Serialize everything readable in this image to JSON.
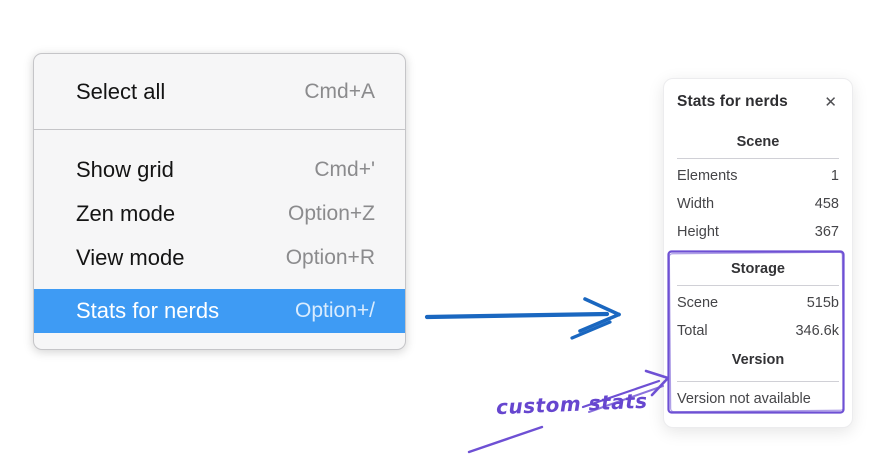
{
  "menu": {
    "items": [
      {
        "label": "Select all",
        "shortcut": "Cmd+A",
        "selected": false
      },
      {
        "label": "Show grid",
        "shortcut": "Cmd+'",
        "selected": false
      },
      {
        "label": "Zen mode",
        "shortcut": "Option+Z",
        "selected": false
      },
      {
        "label": "View mode",
        "shortcut": "Option+R",
        "selected": false
      },
      {
        "label": "Stats for nerds",
        "shortcut": "Option+/",
        "selected": true
      }
    ]
  },
  "stats_panel": {
    "title": "Stats for nerds",
    "close_icon": "✕",
    "sections": [
      {
        "heading": "Scene",
        "rows": [
          {
            "label": "Elements",
            "value": "1"
          },
          {
            "label": "Width",
            "value": "458"
          },
          {
            "label": "Height",
            "value": "367"
          }
        ]
      },
      {
        "heading": "Storage",
        "rows": [
          {
            "label": "Scene",
            "value": "515b"
          },
          {
            "label": "Total",
            "value": "346.6k"
          }
        ]
      },
      {
        "heading": "Version",
        "rows": [],
        "note": "Version not available"
      }
    ]
  },
  "annotation": {
    "text": "custom stats"
  },
  "colors": {
    "menu_highlight": "#3e9bf4",
    "menu_shortcut_gray": "#8b8b8d",
    "arrow_blue": "#1a67c0",
    "annotation_purple": "#6e50d4",
    "annotation_text_purple": "#6646cf",
    "panel_rule_gray": "#d0d0d6"
  }
}
